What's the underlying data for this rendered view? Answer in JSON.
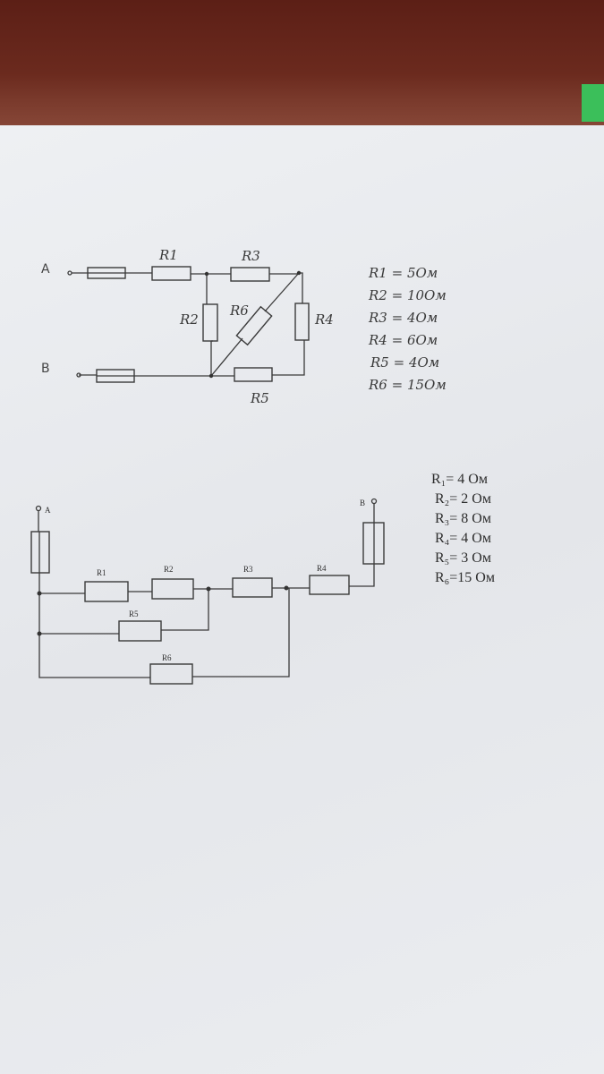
{
  "circuit1": {
    "terminals": {
      "a": "A",
      "b": "B"
    },
    "labels": {
      "r1": "R1",
      "r2": "R2",
      "r3": "R3",
      "r4": "R4",
      "r5": "R5",
      "r6": "R6"
    },
    "values": [
      "R1 = 5Ом",
      "R2 = 10Ом",
      "R3 = 4Ом",
      "R4 = 6Ом",
      "R5 = 4Ом",
      "R6 = 15Ом"
    ]
  },
  "circuit2": {
    "terminals": {
      "a": "A",
      "b": "B"
    },
    "labels": {
      "r1": "R1",
      "r2": "R2",
      "r3": "R3",
      "r4": "R4",
      "r5": "R5",
      "r6": "R6"
    },
    "values": [
      "R₁= 4  Ом",
      "R₂= 2  Ом",
      "R₃= 8  Ом",
      "R₄= 4  Ом",
      "R₅= 3  Ом",
      "R₆=15 Ом"
    ]
  }
}
